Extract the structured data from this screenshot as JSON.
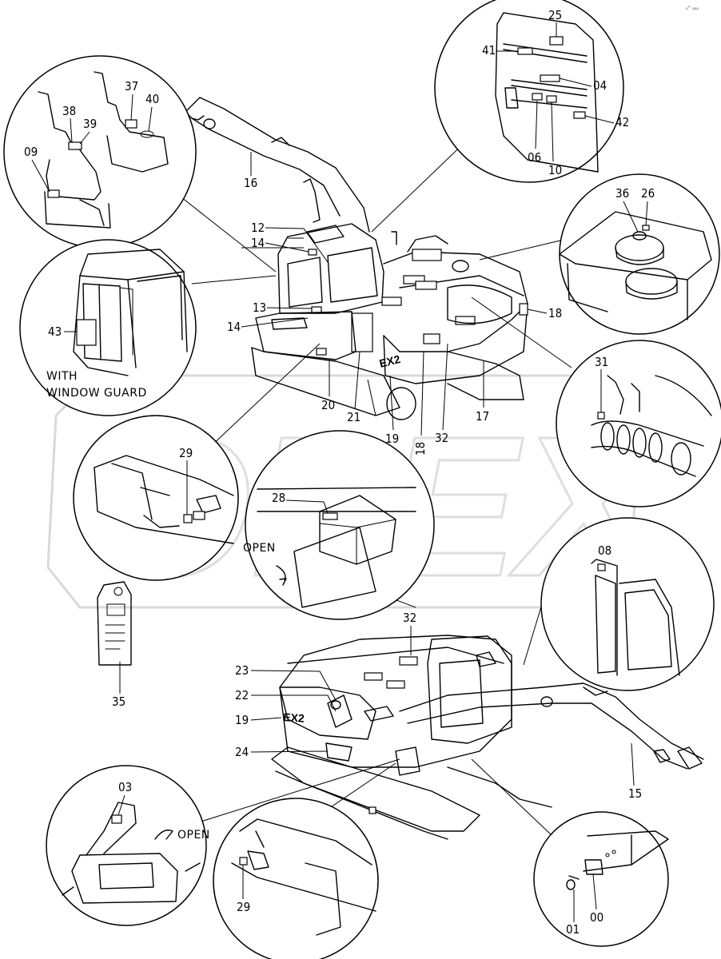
{
  "corner_mark": "ₑ⁰ ₐₐₐ",
  "watermark_text": "OPEX",
  "machine_badge": "EX2",
  "callouts": [
    {
      "id": "16",
      "label": "16"
    },
    {
      "id": "12",
      "label": "12"
    },
    {
      "id": "14a",
      "label": "14"
    },
    {
      "id": "13",
      "label": "13"
    },
    {
      "id": "14b",
      "label": "14"
    },
    {
      "id": "20",
      "label": "20"
    },
    {
      "id": "21",
      "label": "21"
    },
    {
      "id": "19a",
      "label": "19"
    },
    {
      "id": "18a",
      "label": "18"
    },
    {
      "id": "32a",
      "label": "32"
    },
    {
      "id": "17",
      "label": "17"
    },
    {
      "id": "18b",
      "label": "18"
    },
    {
      "id": "32b",
      "label": "32"
    },
    {
      "id": "23",
      "label": "23"
    },
    {
      "id": "22",
      "label": "22"
    },
    {
      "id": "19b",
      "label": "19"
    },
    {
      "id": "24",
      "label": "24"
    },
    {
      "id": "15",
      "label": "15"
    },
    {
      "id": "35",
      "label": "35"
    }
  ],
  "details": {
    "levers": {
      "labels": [
        "37",
        "40",
        "38",
        "39",
        "09"
      ]
    },
    "window_plates": {
      "labels": [
        "25",
        "41",
        "04",
        "42",
        "06",
        "10"
      ]
    },
    "caps": {
      "labels": [
        "36",
        "26"
      ]
    },
    "cab": {
      "labels": [
        "43"
      ],
      "note_line1": "WITH",
      "note_line2": "WINDOW GUARD"
    },
    "hose": {
      "labels": [
        "31"
      ]
    },
    "rail_left": {
      "labels": [
        "29"
      ]
    },
    "cover": {
      "labels": [
        "28"
      ],
      "open_text": "OPEN"
    },
    "door": {
      "labels": [
        "08"
      ]
    },
    "box": {
      "labels": [
        "03"
      ],
      "open_text": "OPEN"
    },
    "rail_right": {
      "labels": [
        "29"
      ]
    },
    "nameplate": {
      "labels": [
        "01",
        "00"
      ]
    }
  },
  "colors": {
    "line": "#000000",
    "background": "#ffffff",
    "watermark": "#dedede"
  }
}
